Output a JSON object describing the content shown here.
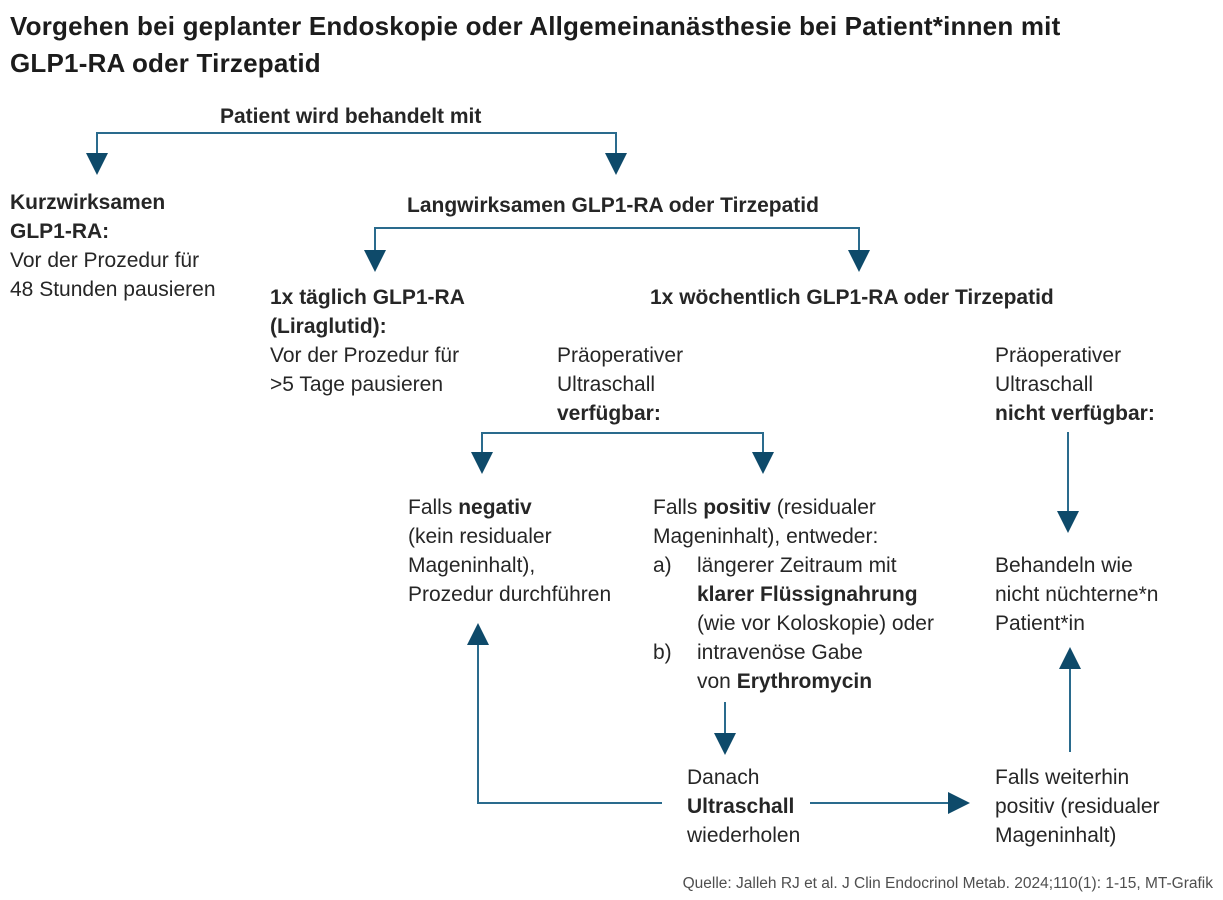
{
  "colors": {
    "background": "#ffffff",
    "arrow_line": "#2a6b8d",
    "arrow_head": "#0e4a6a",
    "text": "#262626",
    "title": "#1c1c1c",
    "source_text": "#4f4f4f"
  },
  "title": {
    "line1": "Vorgehen bei geplanter Endoskopie oder Allgemeinanästhesie bei Patient*innen mit",
    "line2": "GLP1-RA oder Tirzepatid"
  },
  "flowchart": {
    "root": {
      "label": "Patient wird behandelt mit"
    },
    "short_acting": {
      "bold1": "Kurzwirksamen",
      "bold2": "GLP1-RA:",
      "line3": "Vor der Prozedur für",
      "line4": "48 Stunden pausieren"
    },
    "long_acting": {
      "label": "Langwirksamen GLP1-RA oder Tirzepatid"
    },
    "daily": {
      "bold1": "1x täglich GLP1-RA",
      "bold2": "(Liraglutid):",
      "line3": "Vor der Prozedur für",
      "line4": ">5 Tage pausieren"
    },
    "weekly": {
      "label": "1x wöchentlich GLP1-RA oder Tirzepatid"
    },
    "ultrasound_available": {
      "line1": "Präoperativer",
      "line2": "Ultraschall",
      "bold3": "verfügbar:"
    },
    "ultrasound_not_available": {
      "line1": "Präoperativer",
      "line2": "Ultraschall",
      "bold3": "nicht verfügbar:"
    },
    "negative": {
      "pre1": "Falls ",
      "bold1": "negativ",
      "line2": "(kein residualer",
      "line3": "Mageninhalt),",
      "line4": "Prozedur durchführen"
    },
    "positive": {
      "pre1": "Falls ",
      "bold1": "positiv",
      "post1": " (residualer",
      "line2": "Mageninhalt), entweder:",
      "item_a": {
        "marker": "a)",
        "line1": "längerer Zeitraum mit",
        "bold2": "klarer Flüssignahrung",
        "line3": "(wie vor Koloskopie) oder"
      },
      "item_b": {
        "marker": "b)",
        "line1": "intravenöse Gabe",
        "pre2": "von ",
        "bold2": "Erythromycin"
      }
    },
    "repeat_ultrasound": {
      "line1": "Danach",
      "bold2": "Ultraschall",
      "line3": "wiederholen"
    },
    "treat_as_not_fasted": {
      "line1": "Behandeln wie",
      "line2": "nicht nüchterne*n",
      "line3": "Patient*in"
    },
    "still_positive": {
      "line1": "Falls weiterhin",
      "line2": "positiv (residualer",
      "line3": "Mageninhalt)"
    }
  },
  "source": "Quelle: Jalleh RJ et al. J Clin Endocrinol Metab. 2024;110(1): 1-15, MT-Grafik"
}
